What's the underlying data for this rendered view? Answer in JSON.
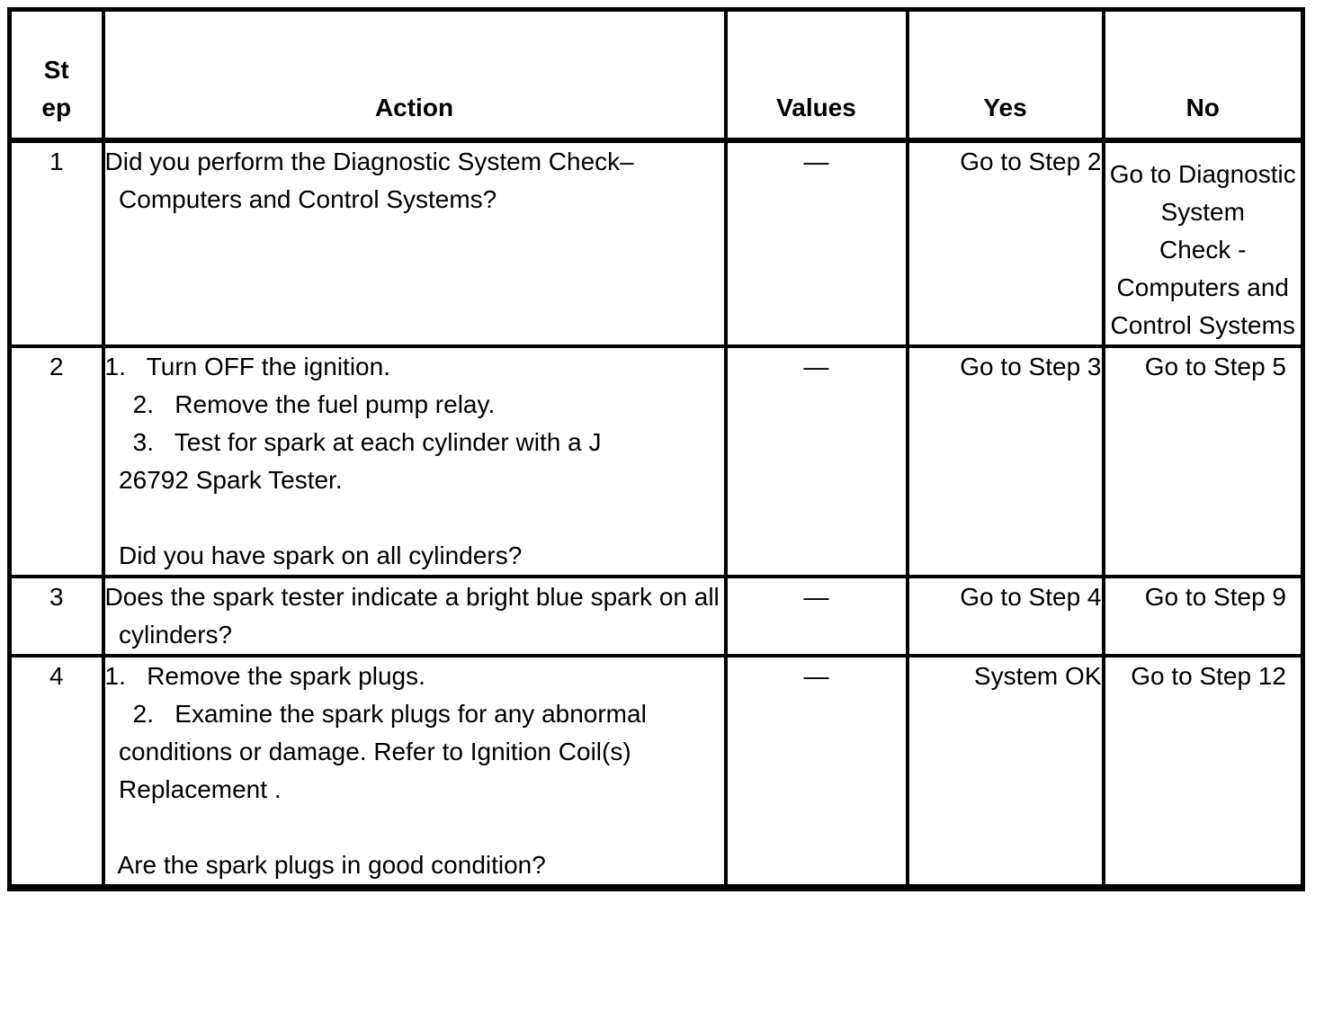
{
  "table": {
    "header": {
      "step_lines": [
        "St",
        "ep"
      ],
      "action": "Action",
      "values": "Values",
      "yes": "Yes",
      "no": "No"
    },
    "rows": [
      {
        "step": "1",
        "action_lines": [
          "Did you perform the Diagnostic System Check–",
          "  Computers and Control Systems?"
        ],
        "values": "—",
        "yes": "Go to Step 2",
        "no_lines": [
          "Go to Diagnostic",
          "System",
          "Check -",
          "Computers and",
          "Control Systems"
        ]
      },
      {
        "step": "2",
        "action_lines": [
          "1.   Turn OFF the ignition.",
          "    2.   Remove the fuel pump relay.",
          "    3.   Test for spark at each cylinder with a J",
          "  26792 Spark Tester.",
          "",
          "  Did you have spark on all cylinders?"
        ],
        "values": "—",
        "yes": "Go to Step 3",
        "no_lines": [
          "Go to Step 5"
        ]
      },
      {
        "step": "3",
        "action_lines": [
          "Does the spark tester indicate a bright blue spark on all",
          "  cylinders?"
        ],
        "values": "—",
        "yes": "Go to Step 4",
        "no_lines": [
          "Go to Step 9"
        ]
      },
      {
        "step": "4",
        "action_lines": [
          "1.   Remove the spark plugs.",
          "    2.   Examine the spark plugs for any abnormal",
          "  conditions or damage. Refer to Ignition Coil(s)",
          "  Replacement .",
          "",
          "  Are the spark plugs in good condition?"
        ],
        "values": "—",
        "yes": "System OK",
        "no_lines": [
          "Go to Step 12"
        ]
      }
    ]
  }
}
